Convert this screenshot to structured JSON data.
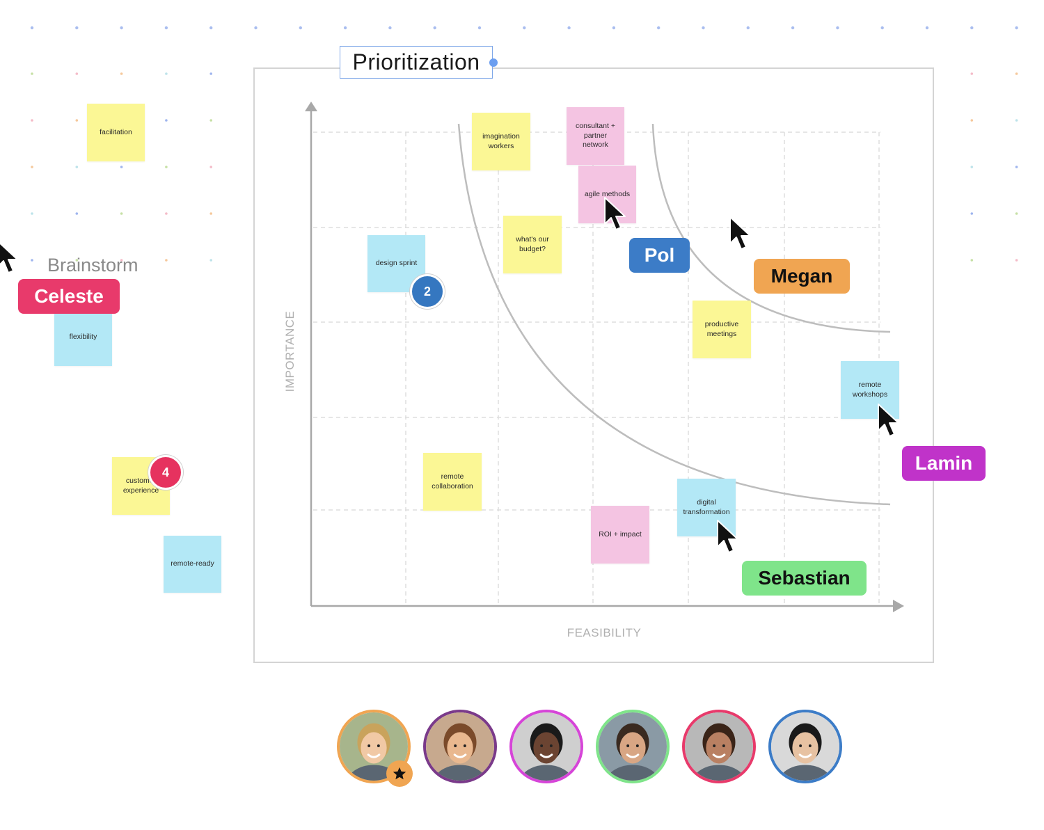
{
  "board": {
    "section_label": "Brainstorm",
    "frame_title": "Prioritization",
    "x_axis_label": "FEASIBILITY",
    "y_axis_label": "IMPORTANCE"
  },
  "stickies": {
    "facilitation": "facilitation",
    "flexibility": "flexibility",
    "customer_experience": "customer experience",
    "remote_ready": "remote-ready",
    "imagination_workers": "imagination workers",
    "consultant_partner_network": "consultant + partner network",
    "agile_methods": "agile methods",
    "whats_our_budget": "what's our budget?",
    "design_sprint": "design sprint",
    "productive_meetings": "productive meetings",
    "remote_workshops": "remote workshops",
    "remote_collaboration": "remote collaboration",
    "digital_transformation": "digital transformation",
    "roi_impact": "ROI + impact"
  },
  "comment_badges": {
    "design_sprint": "2",
    "customer_experience": "4"
  },
  "collaborators": {
    "celeste": {
      "name": "Celeste",
      "color": "#e83a6b"
    },
    "pol": {
      "name": "Pol",
      "color": "#3c7cc7"
    },
    "megan": {
      "name": "Megan",
      "color": "#f0a552"
    },
    "lamin": {
      "name": "Lamin",
      "color": "#c033c9"
    },
    "sebastian": {
      "name": "Sebastian",
      "color": "#7fe48a"
    }
  },
  "participants": [
    {
      "ring": "#f0a552",
      "host": true
    },
    {
      "ring": "#7a3a8a",
      "host": false
    },
    {
      "ring": "#d645d8",
      "host": false
    },
    {
      "ring": "#7fe48a",
      "host": false
    },
    {
      "ring": "#e83a6b",
      "host": false
    },
    {
      "ring": "#3c7cc7",
      "host": false
    }
  ],
  "icons": {
    "host": "star-icon",
    "cursor": "mouse-pointer-icon"
  }
}
